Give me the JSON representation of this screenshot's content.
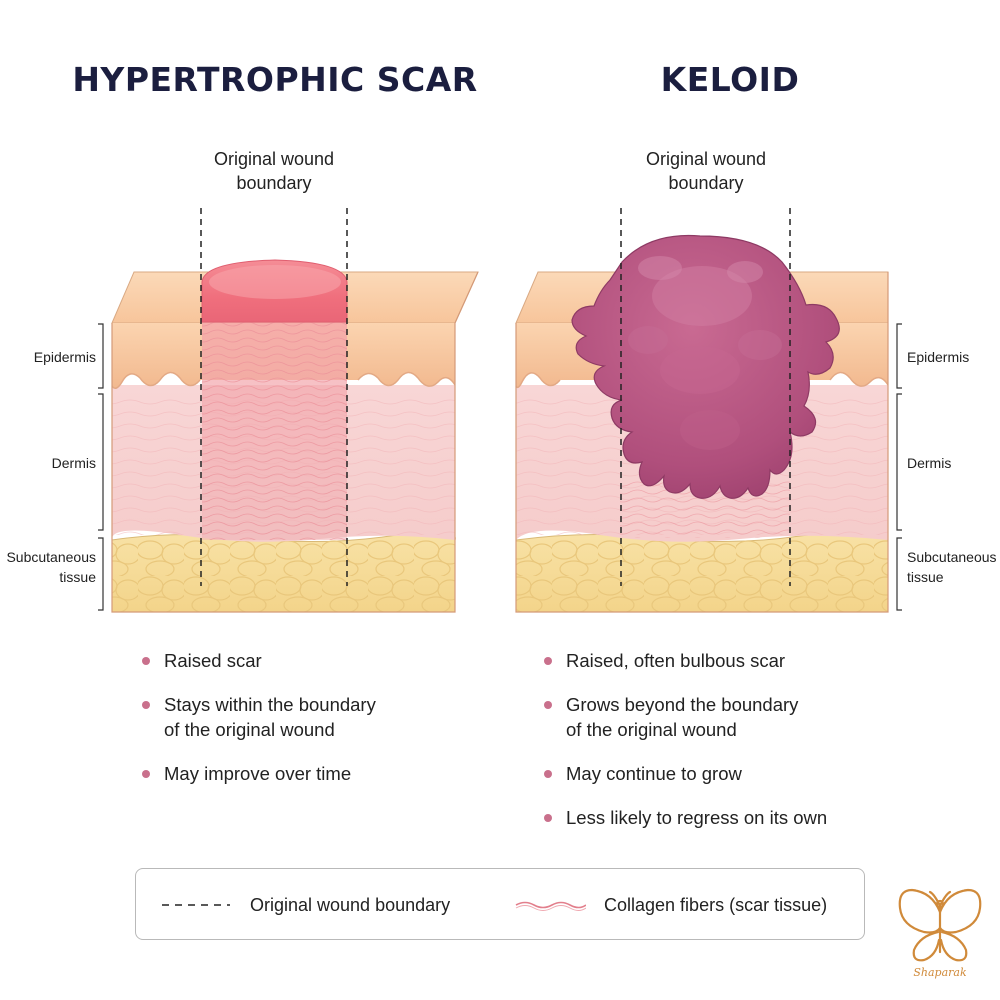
{
  "panels": {
    "left": {
      "title": "HYPERTROPHIC SCAR",
      "boundary_caption": [
        "Original wound",
        "boundary"
      ],
      "bullets": [
        [
          "Raised scar"
        ],
        [
          "Stays within the boundary",
          "of the original wound"
        ],
        [
          "May improve over time"
        ]
      ]
    },
    "right": {
      "title": "KELOID",
      "boundary_caption": [
        "Original wound",
        "boundary"
      ],
      "bullets": [
        [
          "Raised, often bulbous scar"
        ],
        [
          "Grows beyond the boundary",
          "of the original wound"
        ],
        [
          "May continue to grow"
        ],
        [
          "Less likely to regress on its own"
        ]
      ]
    }
  },
  "layers": {
    "epidermis": "Epidermis",
    "dermis": "Dermis",
    "subcutaneous": [
      "Subcutaneous",
      "tissue"
    ]
  },
  "legend": {
    "boundary": "Original wound boundary",
    "fibers": "Collagen fibers (scar tissue)"
  },
  "logo_text": "Shaparak",
  "colors": {
    "title": "#1b1e3f",
    "epidermis": "#f6c79e",
    "dermis": "#f7d2d2",
    "subcutaneous": "#f6dc9a",
    "hypertrophic_scar": "#f27b86",
    "keloid": "#b3507c",
    "bullet": "#c9708c",
    "logo": "#d08a3a"
  }
}
